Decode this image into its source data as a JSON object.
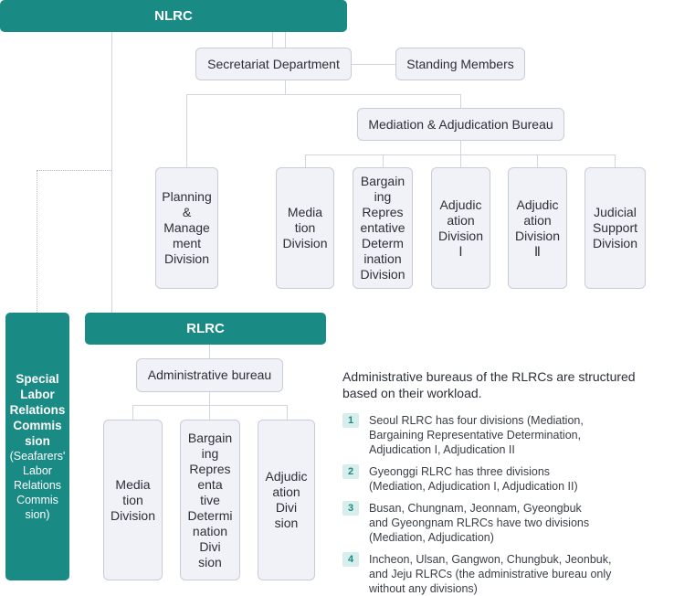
{
  "nlrc": {
    "title": "NLRC",
    "secretariat": "Secretariat Department",
    "standing_members": "Standing Members",
    "bureau": "Mediation & Adjudication Bureau",
    "divisions": [
      [
        "Planning",
        "&",
        "Manage",
        "ment",
        "Division"
      ],
      [
        "Media",
        "tion",
        "Division"
      ],
      [
        "Bargain",
        "ing",
        "Repres",
        "entative",
        "Determ",
        "ination",
        "Division"
      ],
      [
        "Adjudic",
        "ation",
        "Division",
        "Ⅰ"
      ],
      [
        "Adjudic",
        "ation",
        "Division",
        "Ⅱ"
      ],
      [
        "Judicial",
        "Support",
        "Division"
      ]
    ]
  },
  "special": {
    "title_lines": [
      "Special",
      "Labor",
      "Relations",
      "Commis",
      "sion"
    ],
    "sub_lines": [
      "(Seafarers'",
      "Labor",
      "Relations",
      "Commis",
      "sion)"
    ]
  },
  "rlrc": {
    "title": "RLRC",
    "bureau": "Administrative bureau",
    "divisions": [
      [
        "Media",
        "tion",
        "Division"
      ],
      [
        "Bargain",
        "ing",
        "Repres",
        "enta",
        "tive",
        "Determi",
        "nation",
        "Divi",
        "sion"
      ],
      [
        "Adjudic",
        "ation",
        "Divi",
        "sion"
      ]
    ]
  },
  "notes": {
    "title_lines": [
      "Administrative bureaus of the RLRCs are structured",
      "based on their workload."
    ],
    "items": [
      {
        "num": "1",
        "lines": [
          "Seoul RLRC has four divisions (Mediation,",
          "Bargaining Representative Determination,",
          "Adjudication I, Adjudication II"
        ]
      },
      {
        "num": "2",
        "lines": [
          "Gyeonggi RLRC has three divisions",
          "(Mediation, Adjudication I, Adjudication II)"
        ]
      },
      {
        "num": "3",
        "lines": [
          "Busan, Chungnam, Jeonnam, Gyeongbuk",
          "and Gyeongnam RLRCs have two divisions",
          "(Mediation, Adjudication)"
        ]
      },
      {
        "num": "4",
        "lines": [
          "Incheon, Ulsan, Gangwon, Chungbuk, Jeonbuk,",
          "and Jeju RLRCs (the administrative bureau only",
          "without any divisions)"
        ]
      }
    ]
  },
  "colors": {
    "accent": "#1a8a85",
    "box_fill": "#f1f2f8",
    "box_border": "#c9ccd8",
    "badge_fill": "#d7eeec",
    "connector": "#d3d5de"
  }
}
